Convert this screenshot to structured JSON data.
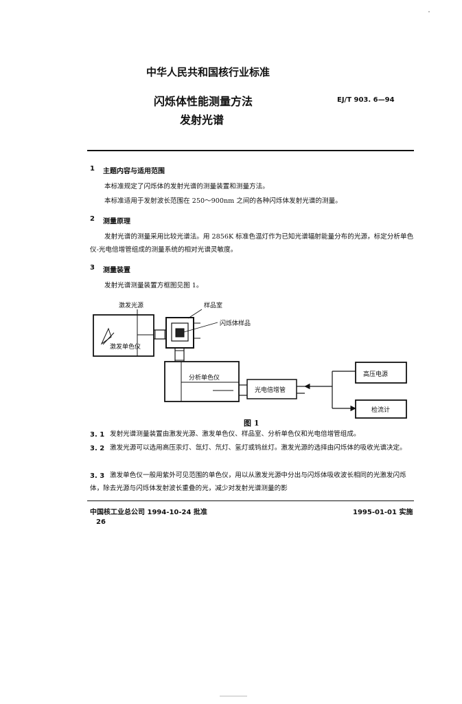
{
  "header": {
    "standard_title": "中华人民共和国核行业标准",
    "doc_title": "闪烁体性能测量方法",
    "doc_subtitle": "发射光谱",
    "doc_code": "EJ/T 903. 6—94"
  },
  "sections": [
    {
      "num": "1",
      "heading": "主题内容与适用范围",
      "paragraphs": [
        "本标准规定了闪烁体的发射光谱的测量装置和测量方法。",
        "本标准适用于发射波长范围在 250～900nm 之间的各种闪烁体发射光谱的测量。"
      ]
    },
    {
      "num": "2",
      "heading": "测量原理",
      "paragraphs": [
        "发射光谱的测量采用比较光谱法。用 2856K 标准色温灯作为已知光谱辐射能量分布的光源，标定分析单色仪-光电倍增管组成的测量系统的相对光谱灵敏度。"
      ]
    },
    {
      "num": "3",
      "heading": "测量装置",
      "paragraphs": [
        "发射光谱测量装置方框图见图 1。"
      ]
    }
  ],
  "figure": {
    "caption": "图 1",
    "labels": {
      "excitation_source": "激发光源",
      "sample_chamber": "样品室",
      "scintillator_sample": "闪烁体样品",
      "excitation_monochromator": "激发单色仪",
      "analysis_monochromator": "分析单色仪",
      "pmt": "光电倍增管",
      "hv_supply": "高压电源",
      "current_meter": "检流计"
    }
  },
  "subsections": [
    {
      "num": "3. 1",
      "text": "发射光谱测量装置由激发光源、激发单色仪、样品室、分析单色仪和光电倍增管组成。"
    },
    {
      "num": "3. 2",
      "text": "激发光源可以选用高压汞灯、氙灯、氘灯、氢灯或钨丝灯。激发光源的选择由闪烁体的吸收光谱决定。"
    },
    {
      "num": "3. 3",
      "text": "激发单色仪一般用紫外可见范围的单色仪，用以从激发光源中分出与闪烁体吸收波长相同的光激发闪烁体，除去光源与闪烁体发射波长重叠的光，减少对发射光谱测量的影"
    }
  ],
  "footer": {
    "approval": "中国核工业总公司 1994-10-24 批准",
    "implementation": "1995-01-01 实施",
    "page_number": "26"
  }
}
